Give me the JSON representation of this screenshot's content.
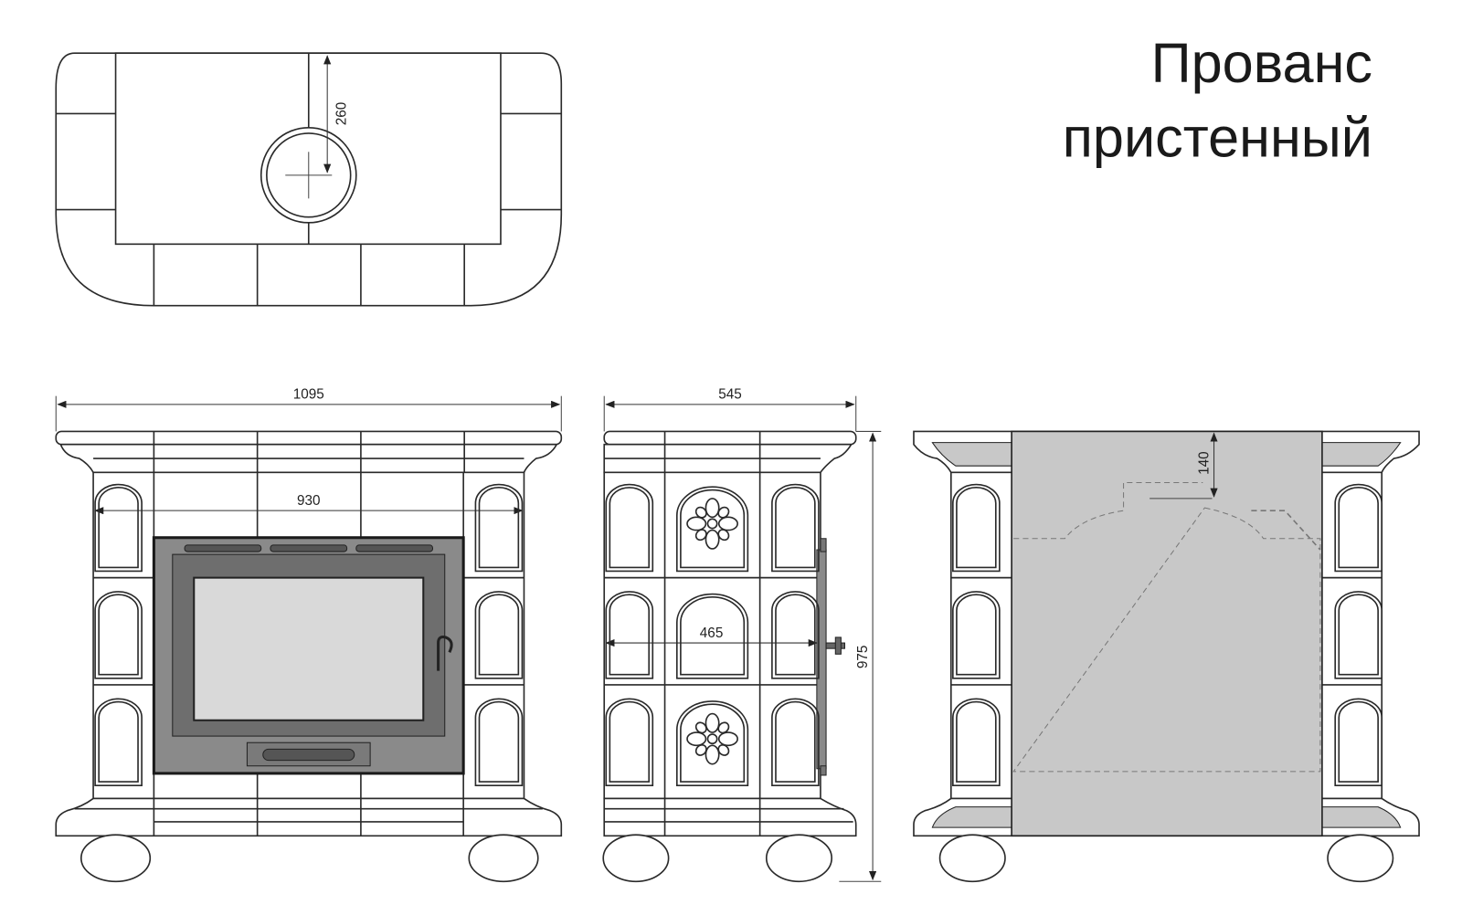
{
  "title": {
    "line1": "Прованс",
    "line2": "пристенный"
  },
  "dimensions": {
    "plan_flue_offset": "260",
    "front_width": "1095",
    "front_inner_width": "930",
    "side_depth": "545",
    "side_inner_depth": "465",
    "height": "975",
    "back_flue_offset": "140"
  },
  "colors": {
    "line": "#2a2a2a",
    "door": "#8a8a8a",
    "glass": "#d9d9d9",
    "back_panel": "#c8c8c8"
  }
}
